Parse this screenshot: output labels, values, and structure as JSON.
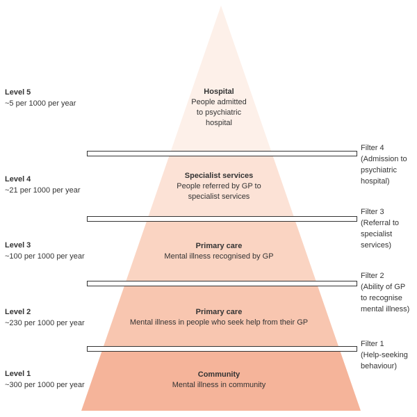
{
  "colors": {
    "tier_fills": [
      "#f5b49a",
      "#f8c6b0",
      "#fad4c2",
      "#fce2d6",
      "#fdf0e9"
    ],
    "bar_stroke": "#333333",
    "text": "#333333"
  },
  "levels": [
    {
      "label": "Level 5",
      "rate": "~5 per 1000 per year"
    },
    {
      "label": "Level 4",
      "rate": "~21 per 1000 per year"
    },
    {
      "label": "Level 3",
      "rate": "~100 per 1000 per year"
    },
    {
      "label": "Level 2",
      "rate": "~230 per 1000 per year"
    },
    {
      "label": "Level 1",
      "rate": "~300 per 1000 per year"
    }
  ],
  "tiers": [
    {
      "title": "Hospital",
      "lines": [
        "People admitted",
        "to psychiatric",
        "hospital"
      ]
    },
    {
      "title": "Specialist services",
      "lines": [
        "People referred by GP to",
        "specialist services"
      ]
    },
    {
      "title": "Primary care",
      "lines": [
        "Mental illness recognised by GP"
      ]
    },
    {
      "title": "Primary care",
      "lines": [
        "Mental illness in people who seek help from their GP"
      ]
    },
    {
      "title": "Community",
      "lines": [
        "Mental illness in community"
      ]
    }
  ],
  "filters": [
    {
      "lines": [
        "Filter 4",
        "(Admission to",
        "psychiatric",
        "hospital)"
      ]
    },
    {
      "lines": [
        "Filter 3",
        "(Referral to",
        "specialist",
        "services)"
      ]
    },
    {
      "lines": [
        "Filter 2",
        "(Ability of GP",
        "to  recognise",
        "mental  illness)"
      ]
    },
    {
      "lines": [
        "Filter 1",
        "(Help-seeking",
        "behaviour)"
      ]
    }
  ]
}
